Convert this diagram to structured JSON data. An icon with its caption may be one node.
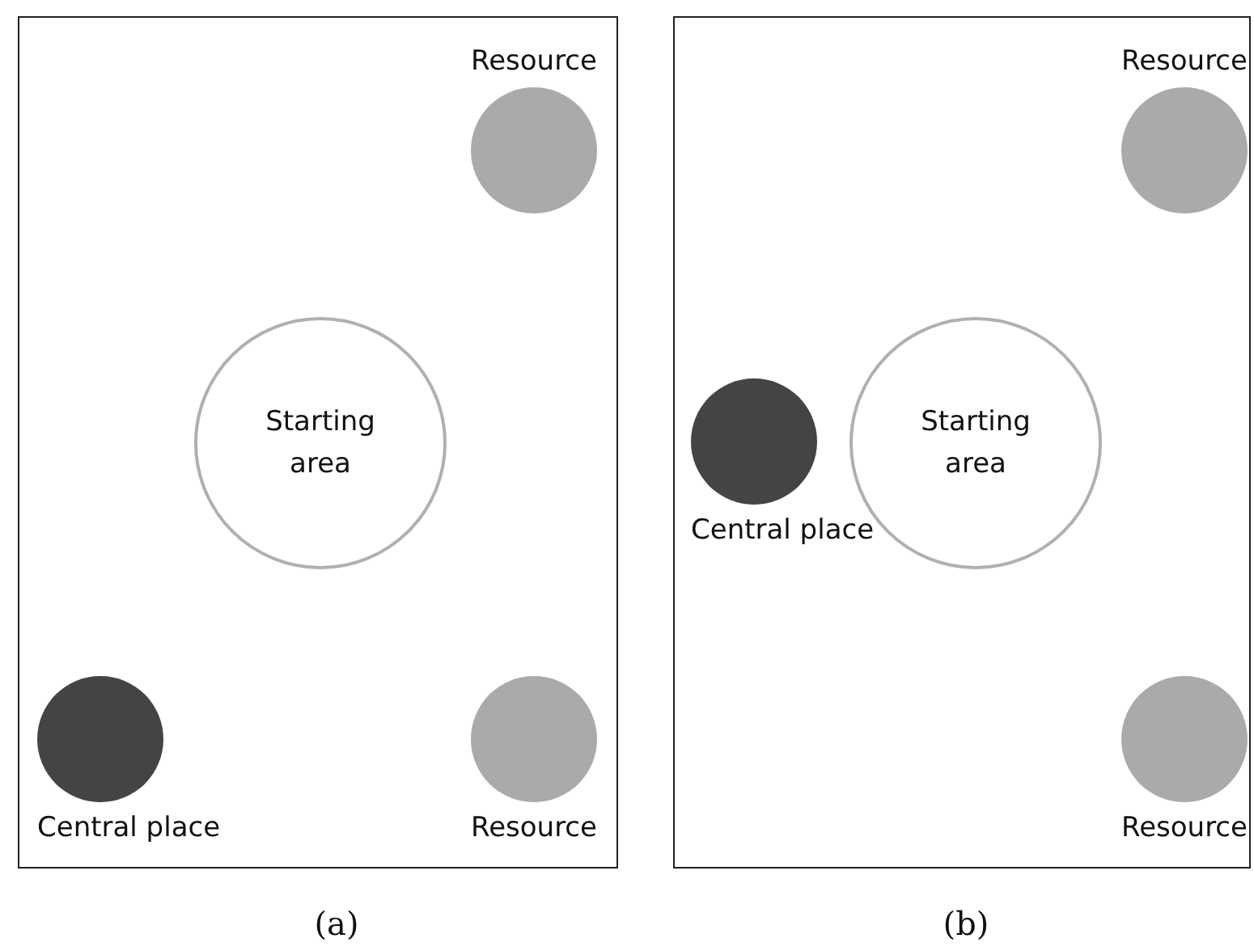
{
  "diagram": {
    "nodes": [
      {
        "text": [],
        "shape": "box",
        "beside": [
          "(a)"
        ]
      },
      {
        "text": [
          "Resource"
        ],
        "in": 0
      },
      {
        "text": [
          "Starting area"
        ],
        "in": 0
      },
      {
        "text": [
          "Central place"
        ],
        "in": 0
      },
      {
        "text": [
          "Resource"
        ],
        "in": 0
      },
      {
        "text": [],
        "shape": "box",
        "beside": [
          "(b)"
        ]
      },
      {
        "text": [
          "Resource"
        ],
        "in": 5
      },
      {
        "text": [
          "Starting area"
        ],
        "in": 5
      },
      {
        "text": [
          "Central place"
        ],
        "in": 5
      },
      {
        "text": [
          "Resource"
        ],
        "in": 5
      }
    ]
  }
}
